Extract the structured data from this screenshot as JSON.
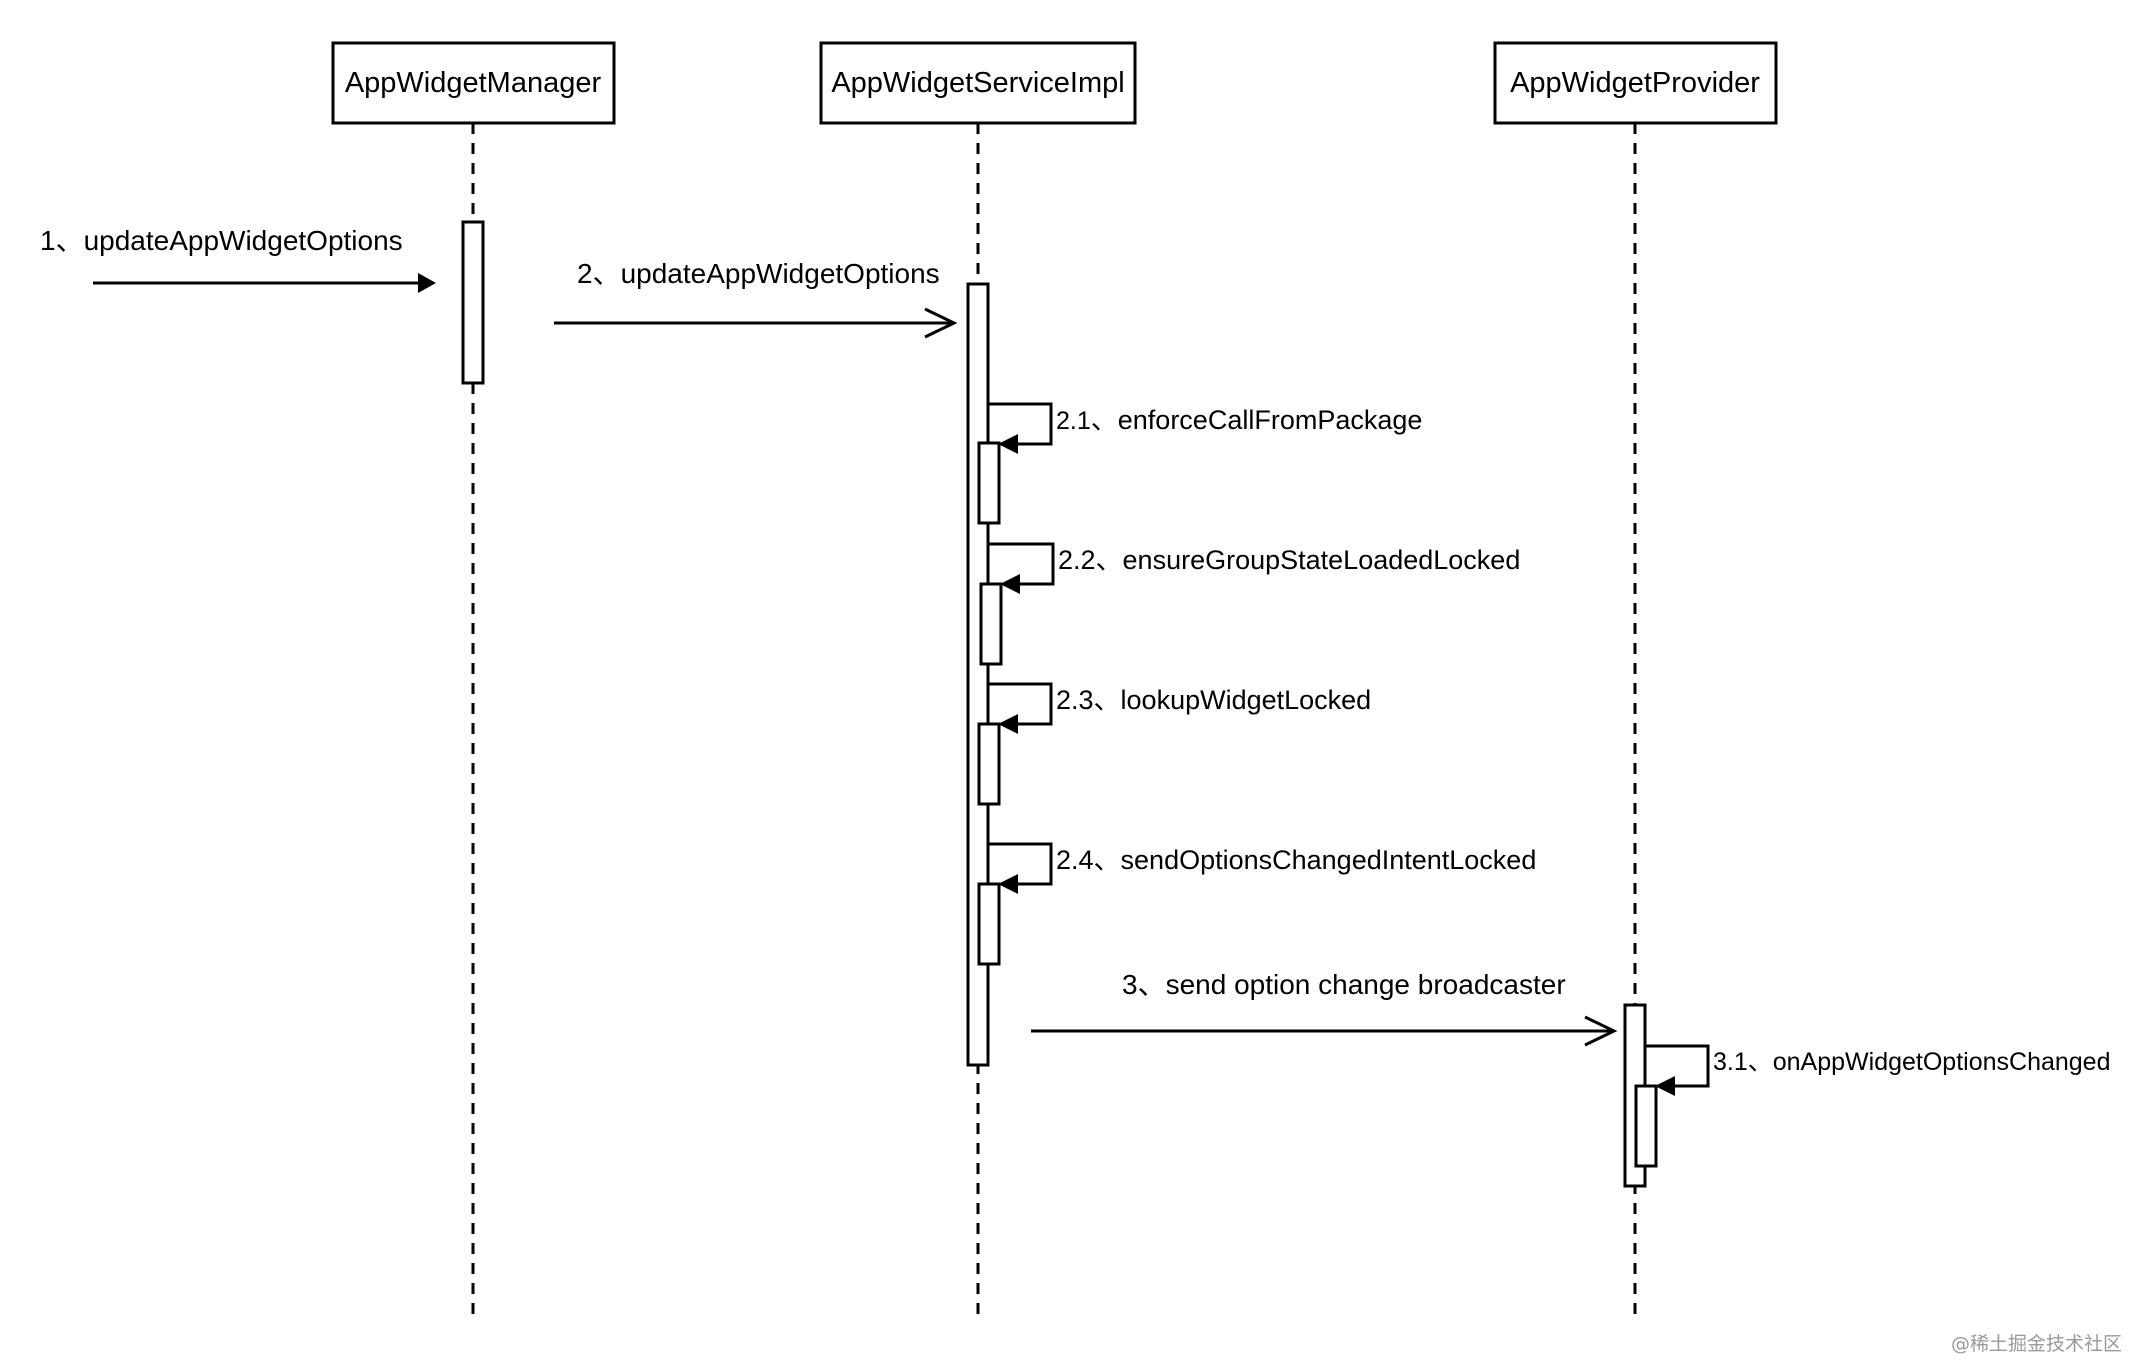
{
  "participants": {
    "manager": "AppWidgetManager",
    "service": "AppWidgetServiceImpl",
    "provider": "AppWidgetProvider"
  },
  "messages": {
    "m1": "1、updateAppWidgetOptions",
    "m2": "2、updateAppWidgetOptions",
    "m2_1": "2.1、enforceCallFromPackage",
    "m2_2": "2.2、ensureGroupStateLoadedLocked",
    "m2_3": "2.3、lookupWidgetLocked",
    "m2_4": "2.4、sendOptionsChangedIntentLocked",
    "m3": "3、send option change broadcaster",
    "m3_1": "3.1、onAppWidgetOptionsChanged"
  },
  "watermark": "@稀土掘金技术社区",
  "colors": {
    "line": "#000000",
    "background": "#ffffff",
    "watermark": "#9a9a9a"
  }
}
